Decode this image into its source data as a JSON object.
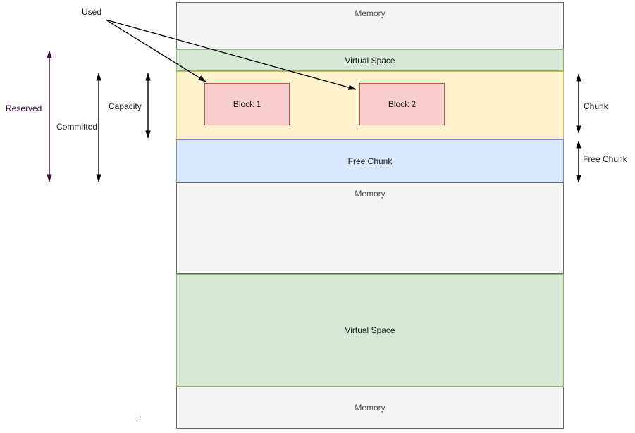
{
  "colors": {
    "memory_fill": "#f5f5f5",
    "memory_border": "#666666",
    "memory_label": "#4d4d4d",
    "virtual_fill": "#d5e8d4",
    "virtual_border": "#82b366",
    "chunk_fill": "#fff2cc",
    "chunk_border": "#d6b656",
    "free_fill": "#dae8fc",
    "free_border": "#6c8ebf",
    "block_fill": "#f8cecc",
    "block_border": "#b85450",
    "label": "#1a1a1a",
    "arrow": "#000000",
    "reserved_accent": "#3a0b3d"
  },
  "stack": {
    "bands": {
      "memory_top": {
        "label": "Memory"
      },
      "virtual_top": {
        "label": "Virtual Space"
      },
      "chunk_band": {
        "label": ""
      },
      "free_chunk": {
        "label": "Free Chunk"
      },
      "memory_mid": {
        "label": "Memory"
      },
      "virtual_bottom": {
        "label": "Virtual Space"
      },
      "memory_bottom": {
        "label": "Memory"
      }
    },
    "blocks": {
      "block1": {
        "label": "Block 1"
      },
      "block2": {
        "label": "Block 2"
      }
    }
  },
  "annotations": {
    "used": {
      "label": "Used"
    },
    "reserved": {
      "label": "Reserved"
    },
    "committed": {
      "label": "Committed"
    },
    "capacity": {
      "label": "Capacity"
    },
    "chunk": {
      "label": "Chunk"
    },
    "free_chunk": {
      "label": "Free Chunk"
    },
    "stray_dot": "."
  }
}
